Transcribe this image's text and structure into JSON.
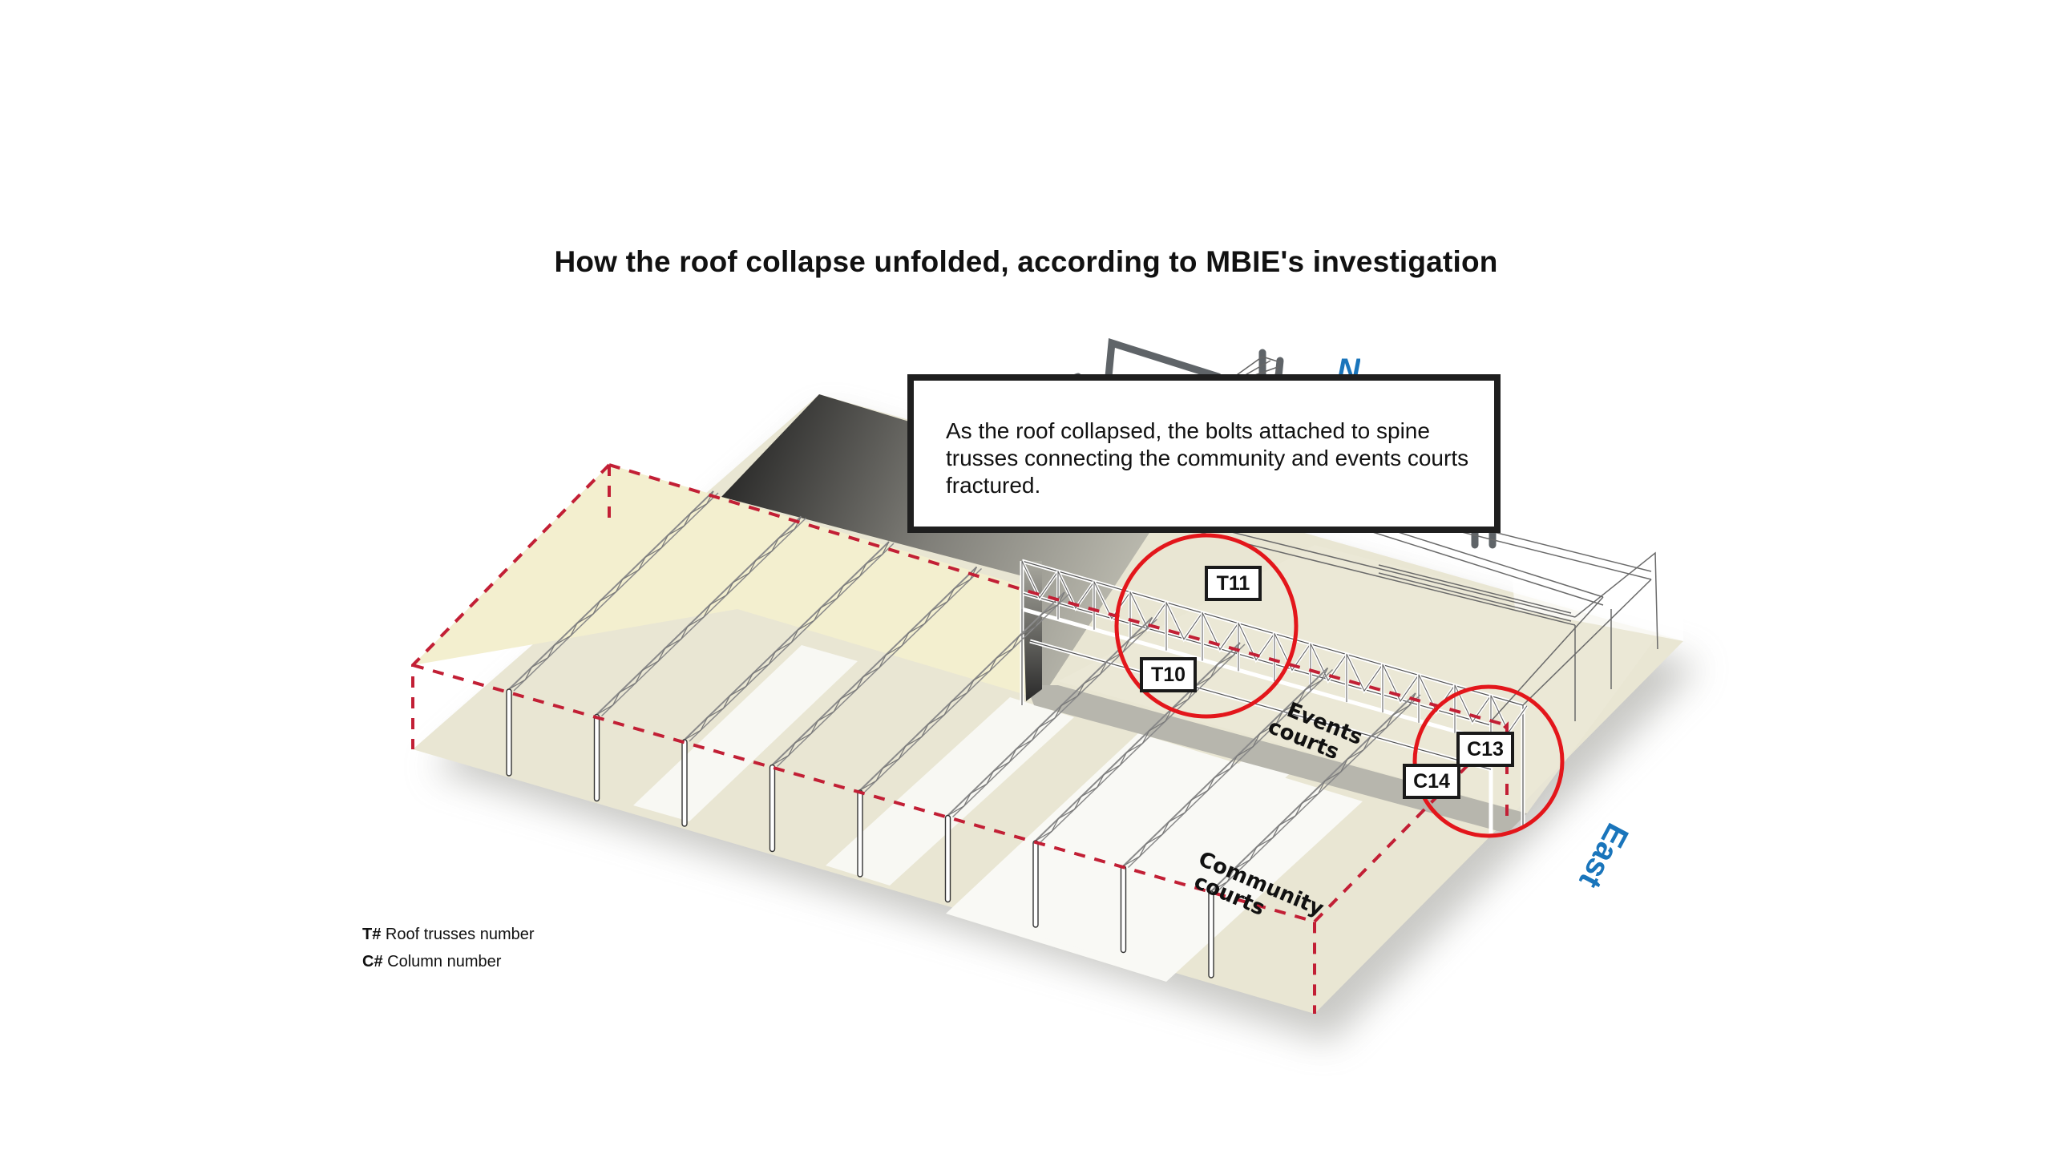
{
  "title": "How the roof collapse unfolded, according to MBIE's investigation",
  "callout": {
    "text": "As the roof collapsed, the bolts attached to spine trusses connecting the community and events courts fractured."
  },
  "labels": {
    "trusses": [
      "T11",
      "T10"
    ],
    "columns": [
      "C13",
      "C14"
    ]
  },
  "areas": {
    "events_line1": "Events",
    "events_line2": "courts",
    "community_line1": "Community",
    "community_line2": "courts"
  },
  "compass": {
    "east": "East",
    "north": "N"
  },
  "legend": [
    {
      "key": "T#",
      "text": "Roof trusses number"
    },
    {
      "key": "C#",
      "text": "Column number"
    }
  ],
  "colors": {
    "floor": "#e9e6d3",
    "floor_light": "#f9f9f5",
    "roof_zone": "#f3efcf",
    "highlight": "#e3161b",
    "dashed": "#c21f35",
    "compass": "#1a75bb",
    "grey_band": "#b7b6ad"
  }
}
